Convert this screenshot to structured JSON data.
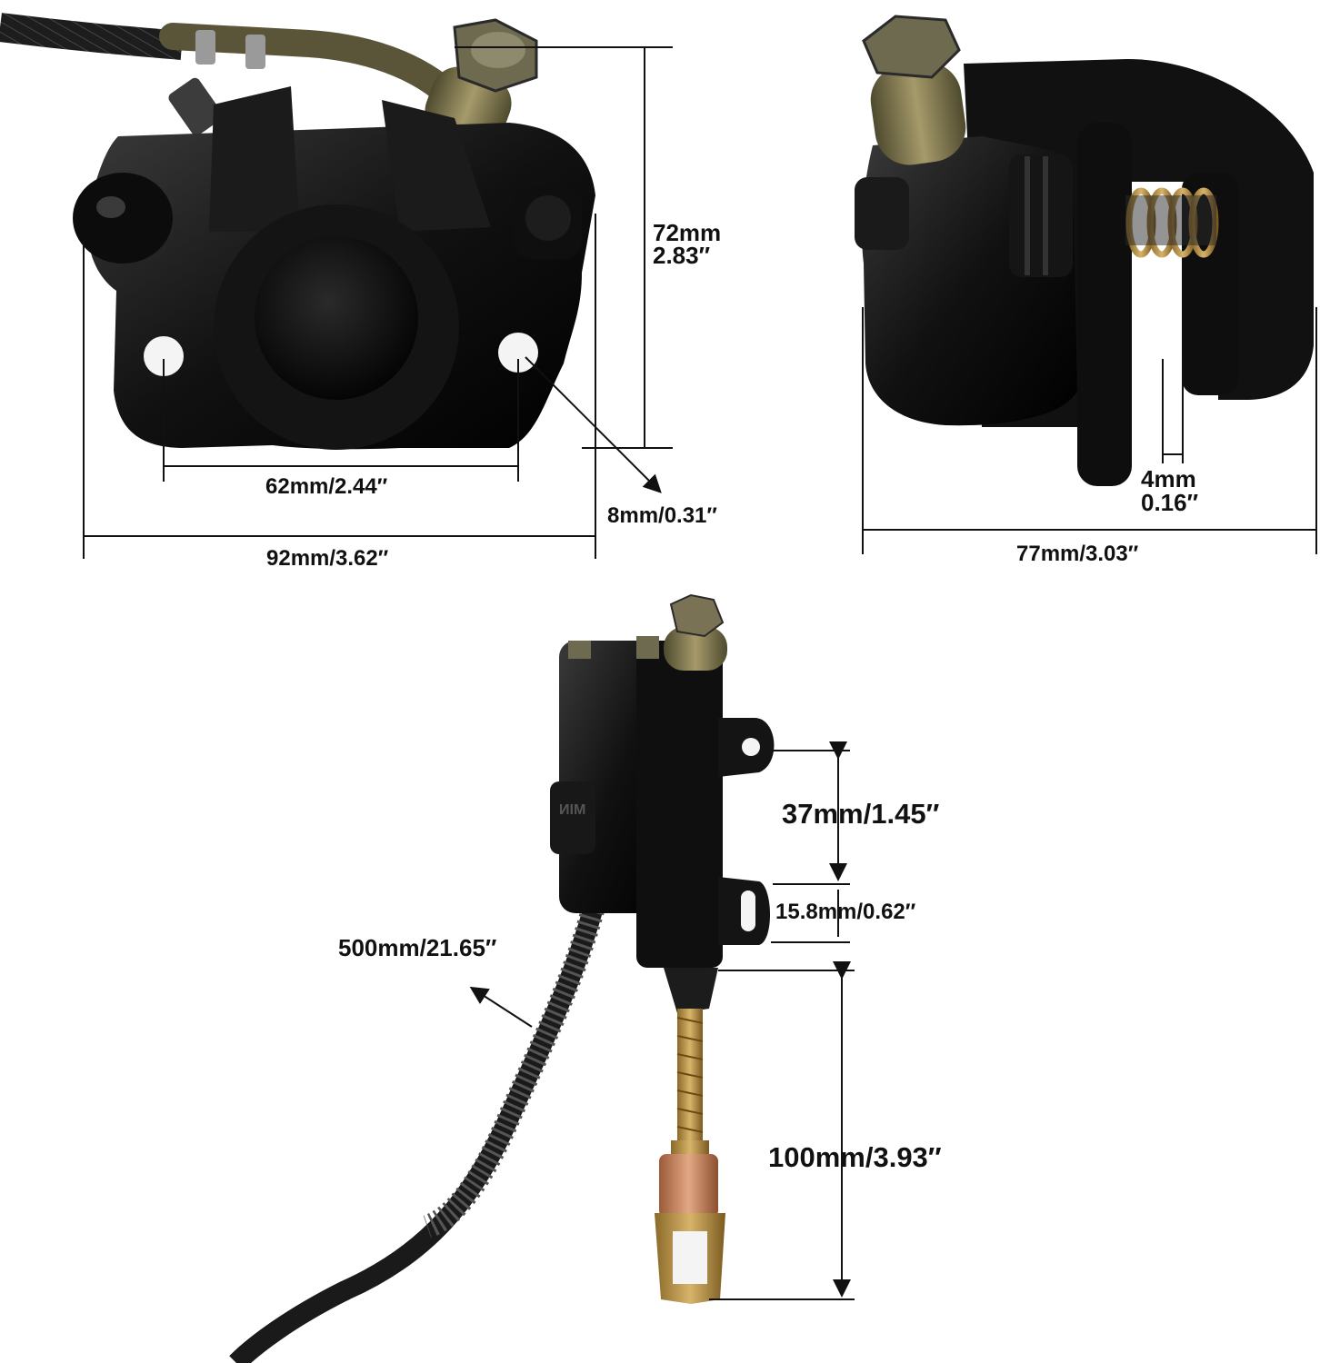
{
  "caliper_front": {
    "height_label_mm": "72mm",
    "height_label_in": "2.83″",
    "hole_spacing_label": "62mm/2.44″",
    "hole_diameter_label": "8mm/0.31″",
    "width_label": "92mm/3.62″"
  },
  "caliper_side": {
    "pad_gap_label_mm": "4mm",
    "pad_gap_label_in": "0.16″",
    "depth_label": "77mm/3.03″"
  },
  "master_cylinder": {
    "mount_spacing_label": "37mm/1.45″",
    "slot_label": "15.8mm/0.62″",
    "hose_length_label": "500mm/21.65″",
    "pushrod_length_label": "100mm/3.93″",
    "body_marking": "MIN"
  },
  "colors": {
    "background": "#ffffff",
    "metal_black": "#141414",
    "brass": "#8a7a4a",
    "copper": "#c8825a",
    "dimension_line": "#111111"
  }
}
